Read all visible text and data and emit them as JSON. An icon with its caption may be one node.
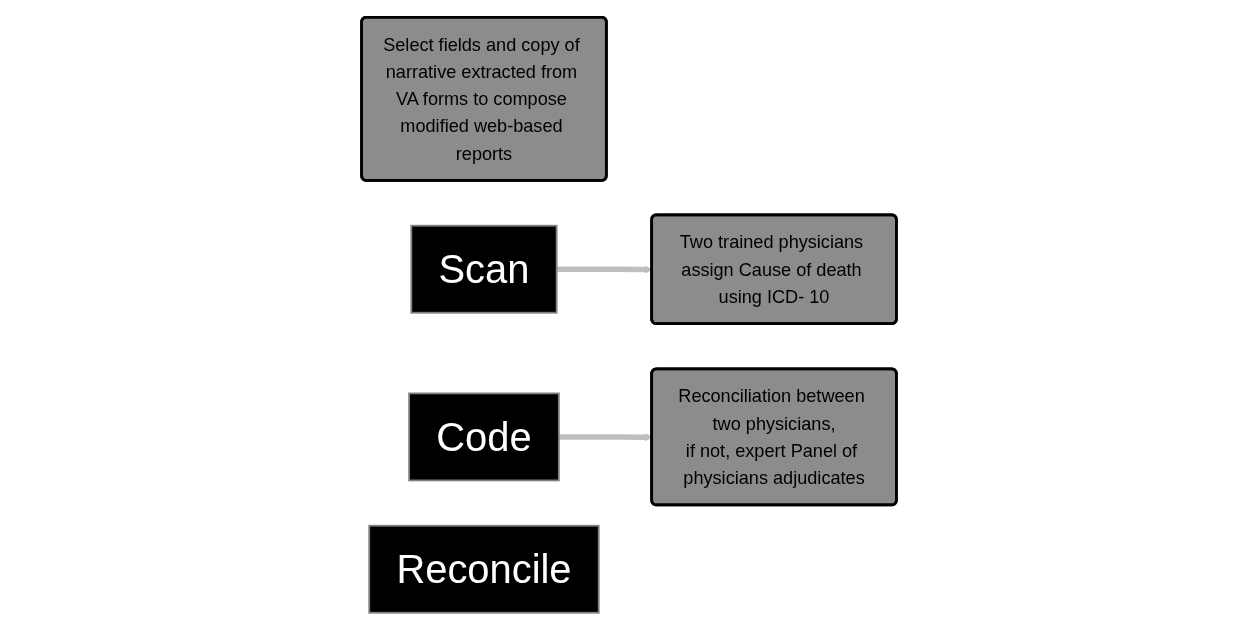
{
  "diagram": {
    "nodes": [
      {
        "text": [
          "Select fields and copy of narrative extracted from VA forms to compose modified web-based reports"
        ]
      },
      {
        "text": [
          "Scan"
        ]
      },
      {
        "text": [
          "Two trained physicians assign Cause of death using ICD- 10"
        ]
      },
      {
        "text": [
          "Code"
        ]
      },
      {
        "text": [
          "Reconciliation between two physicians,",
          "if not, expert Panel of physicians adjudicates"
        ]
      },
      {
        "text": [
          "Reconcile"
        ]
      }
    ],
    "edges": [
      {
        "from": 1,
        "to": 2,
        "arrow": "to"
      },
      {
        "from": 3,
        "to": 4,
        "arrow": "to"
      }
    ]
  }
}
